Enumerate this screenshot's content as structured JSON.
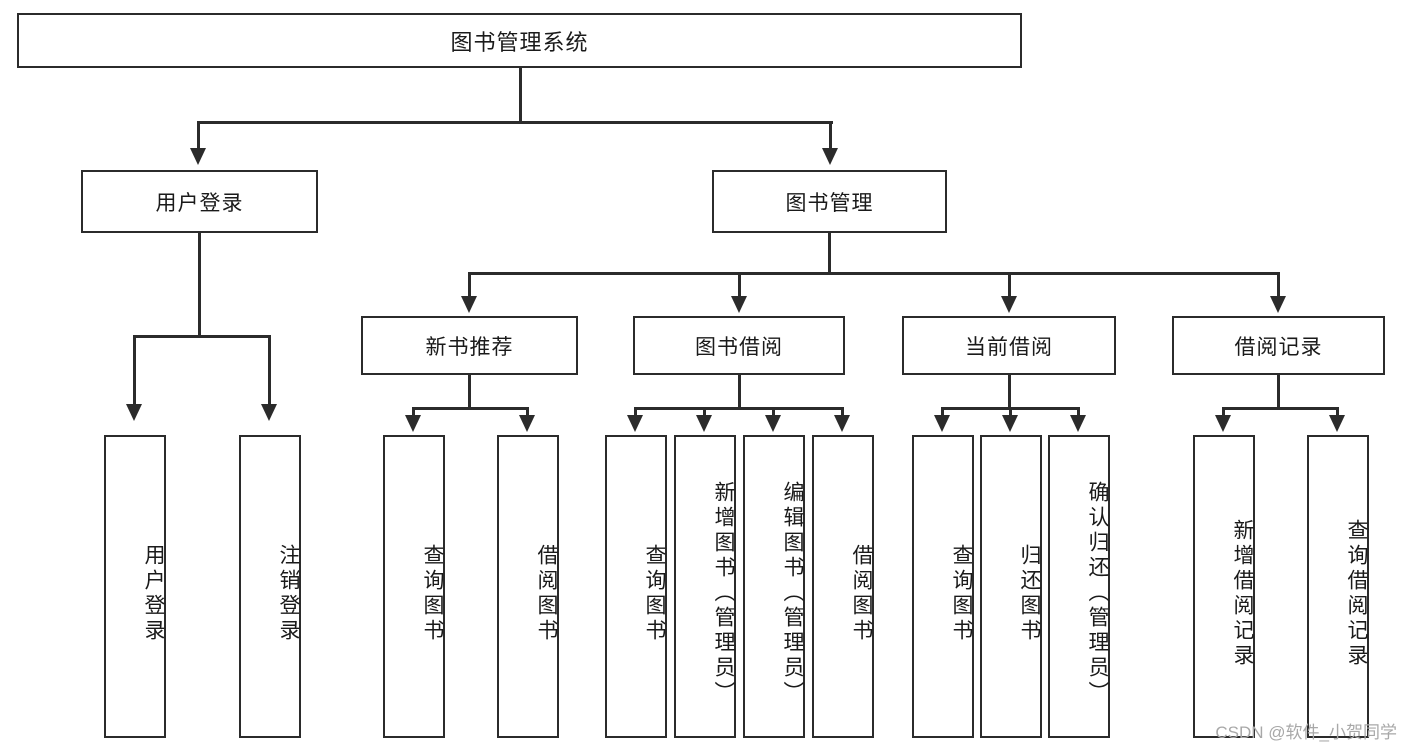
{
  "diagram": {
    "title": "图书管理系统",
    "type": "tree-hierarchy-diagram",
    "colors": {
      "stroke": "#2b2b2b",
      "fill": "#ffffff",
      "text": "#1a1a1a",
      "watermark": "#a8a8a8"
    },
    "root": {
      "label": "图书管理系统"
    },
    "level2": [
      {
        "label": "用户登录"
      },
      {
        "label": "图书管理"
      }
    ],
    "level3": [
      {
        "label": "新书推荐"
      },
      {
        "label": "图书借阅"
      },
      {
        "label": "当前借阅"
      },
      {
        "label": "借阅记录"
      }
    ],
    "leaves": {
      "user_login": [
        {
          "label": "用户登录"
        },
        {
          "label": "注销登录"
        }
      ],
      "new_book_recommend": [
        {
          "label": "查询图书"
        },
        {
          "label": "借阅图书"
        }
      ],
      "book_borrow": [
        {
          "label": "查询图书"
        },
        {
          "label": "新增图书（管理员）"
        },
        {
          "label": "编辑图书（管理员）"
        },
        {
          "label": "借阅图书"
        }
      ],
      "current_borrow": [
        {
          "label": "查询图书"
        },
        {
          "label": "归还图书"
        },
        {
          "label": "确认归还（管理员）"
        }
      ],
      "borrow_record": [
        {
          "label": "新增借阅记录"
        },
        {
          "label": "查询借阅记录"
        }
      ]
    }
  },
  "watermark": {
    "text": "CSDN @软件_小贺同学"
  }
}
